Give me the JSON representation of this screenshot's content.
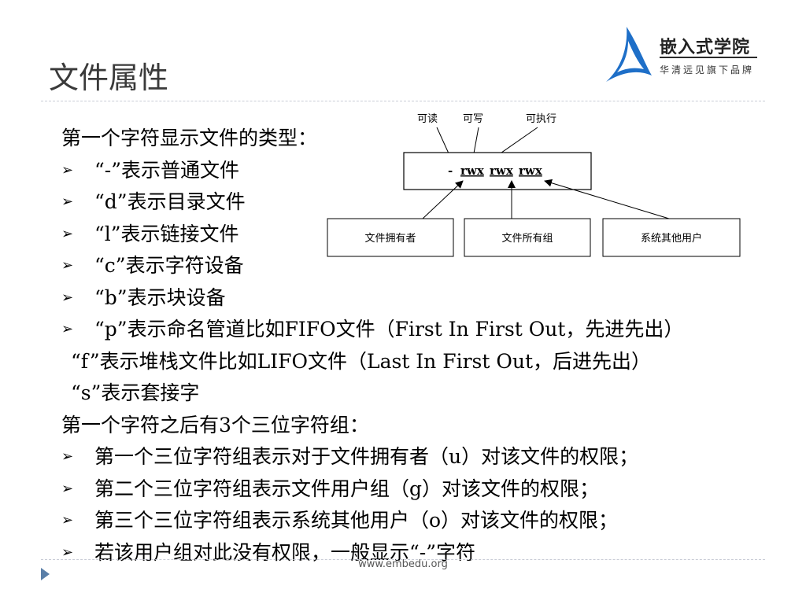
{
  "title": "文件属性",
  "logo": {
    "main": "嵌入式学院",
    "sub": "华清远见旗下品牌"
  },
  "lines": [
    {
      "bullet": false,
      "text": "第一个字符显示文件的类型："
    },
    {
      "bullet": true,
      "text": "“-”表示普通文件"
    },
    {
      "bullet": true,
      "text": "“d”表示目录文件"
    },
    {
      "bullet": true,
      "text": "“l”表示链接文件"
    },
    {
      "bullet": true,
      "text": "“c”表示字符设备"
    },
    {
      "bullet": true,
      "text": "“b”表示块设备"
    },
    {
      "bullet": true,
      "text": "“p”表示命名管道比如FIFO文件（First In First Out，先进先出）"
    },
    {
      "bullet": false,
      "indent": true,
      "text": "“f”表示堆栈文件比如LIFO文件（Last In First Out，后进先出）"
    },
    {
      "bullet": false,
      "indent": true,
      "text": "“s”表示套接字"
    },
    {
      "bullet": false,
      "text": "第一个字符之后有3个三位字符组："
    },
    {
      "bullet": true,
      "text": "第一个三位字符组表示对于文件拥有者（u）对该文件的权限；"
    },
    {
      "bullet": true,
      "text": "第二个三位字符组表示文件用户组（g）对该文件的权限；"
    },
    {
      "bullet": true,
      "text": "第三个三位字符组表示系统其他用户（o）对该文件的权限；"
    },
    {
      "bullet": true,
      "text": "若该用户组对此没有权限，一般显示“-”字符"
    }
  ],
  "diagram": {
    "perm_labels": [
      "可读",
      "可写",
      "可执行"
    ],
    "perm_prefix": "-",
    "perm_groups": [
      "rwx",
      "rwx",
      "rwx"
    ],
    "owner_boxes": [
      "文件拥有者",
      "文件所有组",
      "系统其他用户"
    ]
  },
  "bullet_glyph": "➢",
  "footer": {
    "url": "www.embedu.org"
  },
  "colors": {
    "logo_blue": "#1e6fc8",
    "nav_triangle": "#5a7fa8"
  }
}
